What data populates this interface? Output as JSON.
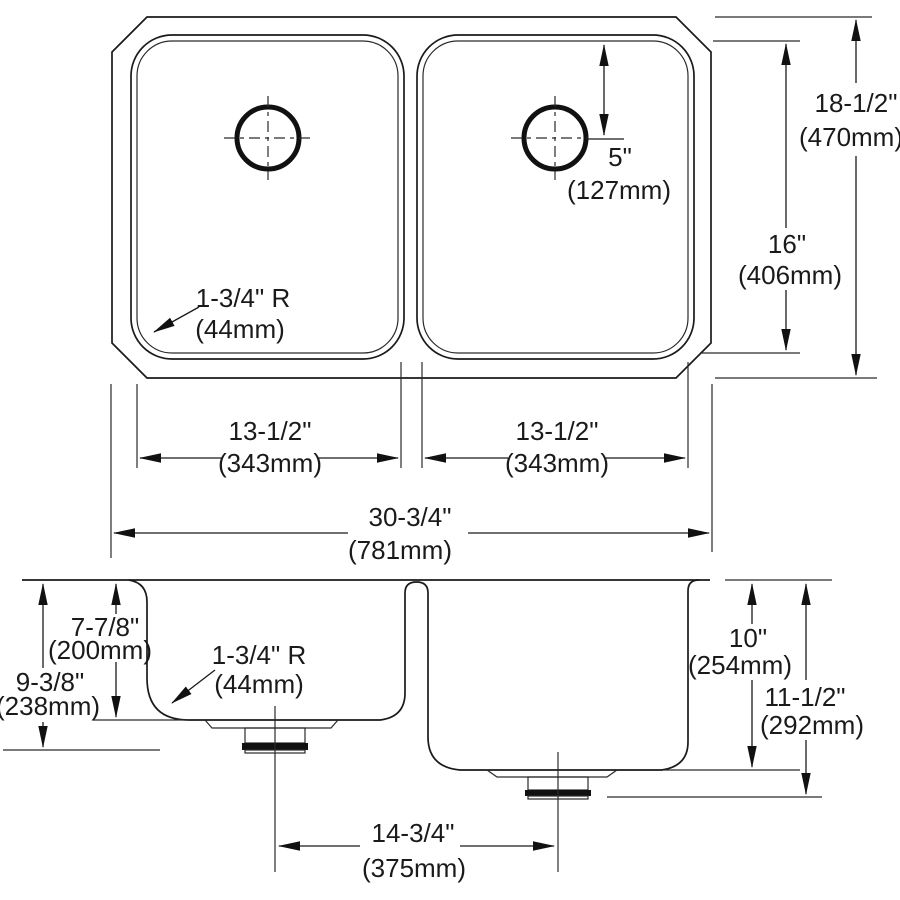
{
  "drawing": {
    "top_view": {
      "drain_offset": {
        "in": "5\"",
        "mm": "(127mm)"
      },
      "bowl_front_back": {
        "in": "16\"",
        "mm": "(406mm)"
      },
      "overall_front_back": {
        "in": "18-1/2\"",
        "mm": "(470mm)"
      },
      "left_bowl_width": {
        "in": "13-1/2\"",
        "mm": "(343mm)"
      },
      "right_bowl_width": {
        "in": "13-1/2\"",
        "mm": "(343mm)"
      },
      "overall_width": {
        "in": "30-3/4\"",
        "mm": "(781mm)"
      },
      "corner_radius": {
        "in": "1-3/4\" R",
        "mm": "(44mm)"
      }
    },
    "section_view": {
      "left_bowl_depth": {
        "in": "7-7/8\"",
        "mm": "(200mm)"
      },
      "left_overall_depth": {
        "in": "9-3/8\"",
        "mm": "(238mm)"
      },
      "bottom_corner_radius": {
        "in": "1-3/4\" R",
        "mm": "(44mm)"
      },
      "right_bowl_depth": {
        "in": "10\"",
        "mm": "(254mm)"
      },
      "right_overall_depth": {
        "in": "11-1/2\"",
        "mm": "(292mm)"
      },
      "drain_center_spacing": {
        "in": "14-3/4\"",
        "mm": "(375mm)"
      }
    },
    "colors": {
      "line": "#1a1a1a",
      "background": "#ffffff"
    }
  }
}
